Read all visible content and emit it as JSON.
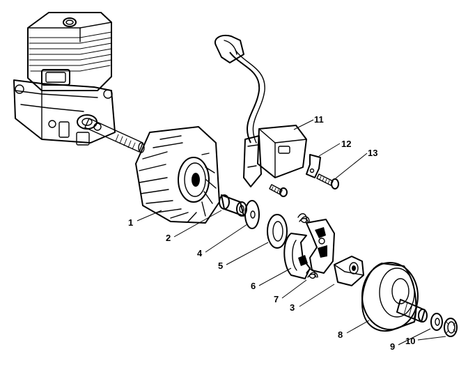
{
  "callouts": [
    {
      "number": "1"
    },
    {
      "number": "2"
    },
    {
      "number": "3"
    },
    {
      "number": "4"
    },
    {
      "number": "5"
    },
    {
      "number": "6"
    },
    {
      "number": "7"
    },
    {
      "number": "8"
    },
    {
      "number": "9"
    },
    {
      "number": "10"
    },
    {
      "number": "11"
    },
    {
      "number": "12"
    },
    {
      "number": "13"
    }
  ],
  "colors": {
    "ink": "#000000",
    "paper": "#ffffff"
  }
}
